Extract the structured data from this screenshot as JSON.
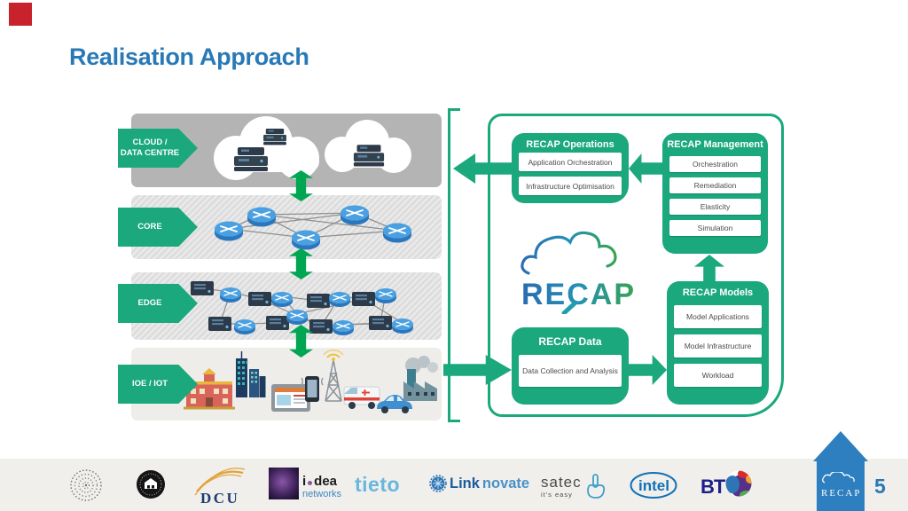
{
  "slide": {
    "title": "Realisation Approach",
    "page_number": "5"
  },
  "colors": {
    "accent_green": "#1aa87c",
    "arrow_green": "#00a651",
    "title_blue": "#2879b6",
    "pennant_blue": "#2e7fc0",
    "corner_red": "#c8232c",
    "footer_background": "#f0efeb",
    "band_dark_gray": "#b4b4b4",
    "band_light_gray": "#eeedea"
  },
  "infrastructure": {
    "layers": [
      {
        "label": "CLOUD /\nDATA CENTRE",
        "icon_set": "clouds-with-servers"
      },
      {
        "label": "CORE",
        "icon_set": "router-mesh"
      },
      {
        "label": "EDGE",
        "icon_set": "servers-and-routers-mesh"
      },
      {
        "label": "IOE / IOT",
        "icon_set": "buildings-devices-vehicles"
      }
    ]
  },
  "recap_system": {
    "operations": {
      "title": "RECAP Operations",
      "items": [
        "Application Orchestration",
        "Infrastructure Optimisation"
      ]
    },
    "management": {
      "title": "RECAP Management",
      "items": [
        "Orchestration",
        "Remediation",
        "Elasticity",
        "Simulation"
      ]
    },
    "data": {
      "title": "RECAP Data",
      "items": [
        "Data Collection and Analysis"
      ]
    },
    "models": {
      "title": "RECAP Models",
      "items": [
        "Model Applications",
        "Model Infrastructure",
        "Workload"
      ]
    },
    "logo": {
      "text": "RECAP"
    }
  },
  "footer": {
    "page_number": "5",
    "logos": [
      {
        "id": "umea-university-seal"
      },
      {
        "id": "cloud-centre-emblem"
      },
      {
        "id": "dcu",
        "text": "DCU"
      },
      {
        "id": "idea-networks",
        "text_i": "i",
        "text_dea": "dea",
        "text_networks": "networks"
      },
      {
        "id": "tieto",
        "text": "tieto"
      },
      {
        "id": "linknovate",
        "text_bold": "Link",
        "text_light": "novate"
      },
      {
        "id": "satec",
        "text": "satec",
        "tagline": "it's easy"
      },
      {
        "id": "intel",
        "text": "intel"
      },
      {
        "id": "bt",
        "text": "BT"
      }
    ],
    "recap_badge": {
      "text": "RECAP"
    }
  }
}
